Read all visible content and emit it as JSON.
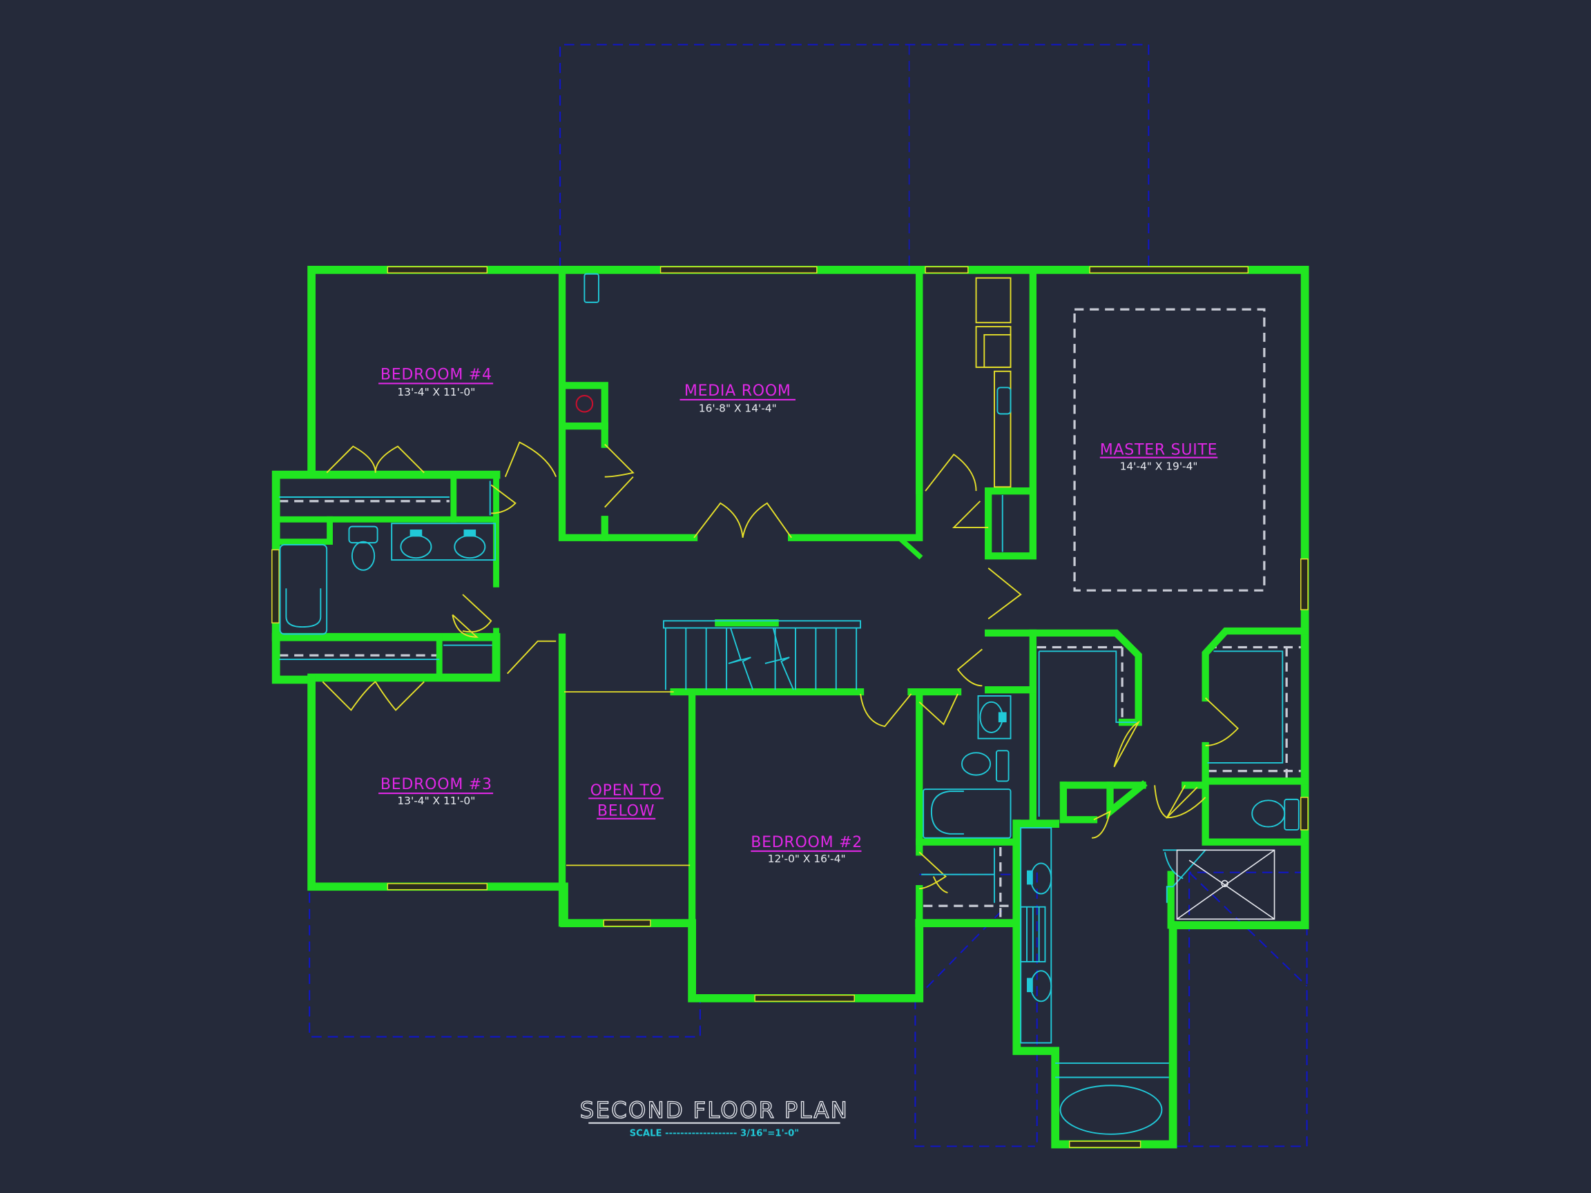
{
  "drawing": {
    "title": "SECOND FLOOR PLAN",
    "scale_label": "SCALE ------------------- 3/16\"=1'-0\"",
    "background_color": "#252a3a",
    "colors": {
      "wall": "#21e621",
      "room_label": "#e028e6",
      "dimension_text": "#e8eaf0",
      "fixture": "#21c9d8",
      "door_window": "#e6e02a",
      "roof_outline": "#1016c8",
      "hidden_line": "#c9ccd6",
      "fireplace_flue": "#c8102e"
    }
  },
  "rooms": [
    {
      "name": "BEDROOM #4",
      "dimensions": "13'-4\" X 11'-0\""
    },
    {
      "name": "MEDIA ROOM",
      "dimensions": "16'-8\" X 14'-4\""
    },
    {
      "name": "MASTER SUITE",
      "dimensions": "14'-4\" X 19'-4\""
    },
    {
      "name": "BEDROOM #3",
      "dimensions": "13'-4\" X 11'-0\""
    },
    {
      "name": "OPEN TO",
      "name_line2": "BELOW"
    },
    {
      "name": "BEDROOM #2",
      "dimensions": "12'-0\" X 16'-4\""
    }
  ]
}
